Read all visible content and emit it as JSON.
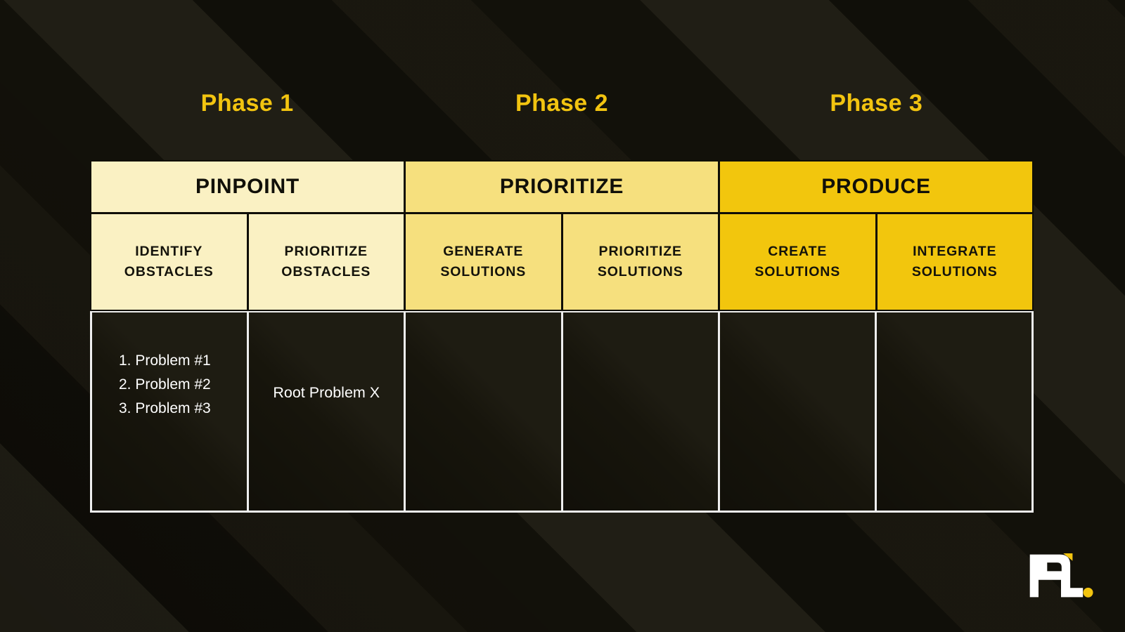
{
  "phases": [
    {
      "label": "Phase 1",
      "header": "PINPOINT"
    },
    {
      "label": "Phase 2",
      "header": "PRIORITIZE"
    },
    {
      "label": "Phase 3",
      "header": "PRODUCE"
    }
  ],
  "columns": [
    {
      "title_line1": "IDENTIFY",
      "title_line2": "OBSTACLES",
      "items": [
        "1. Problem #1",
        "2. Problem #2",
        "3. Problem #3"
      ]
    },
    {
      "title_line1": "PRIORITIZE",
      "title_line2": "OBSTACLES",
      "note": "Root Problem X"
    },
    {
      "title_line1": "GENERATE",
      "title_line2": "SOLUTIONS"
    },
    {
      "title_line1": "PRIORITIZE",
      "title_line2": "SOLUTIONS"
    },
    {
      "title_line1": "CREATE",
      "title_line2": "SOLUTIONS"
    },
    {
      "title_line1": "INTEGRATE",
      "title_line2": "SOLUTIONS"
    }
  ],
  "colors": {
    "phase_label": "#F2C410",
    "cream": "#FAF1C3",
    "light_gold": "#F6E07E",
    "gold": "#F2C60D",
    "body_text": "#FFFFFF"
  },
  "logo": {
    "monogram": "PL",
    "accent": "#F2C410"
  }
}
